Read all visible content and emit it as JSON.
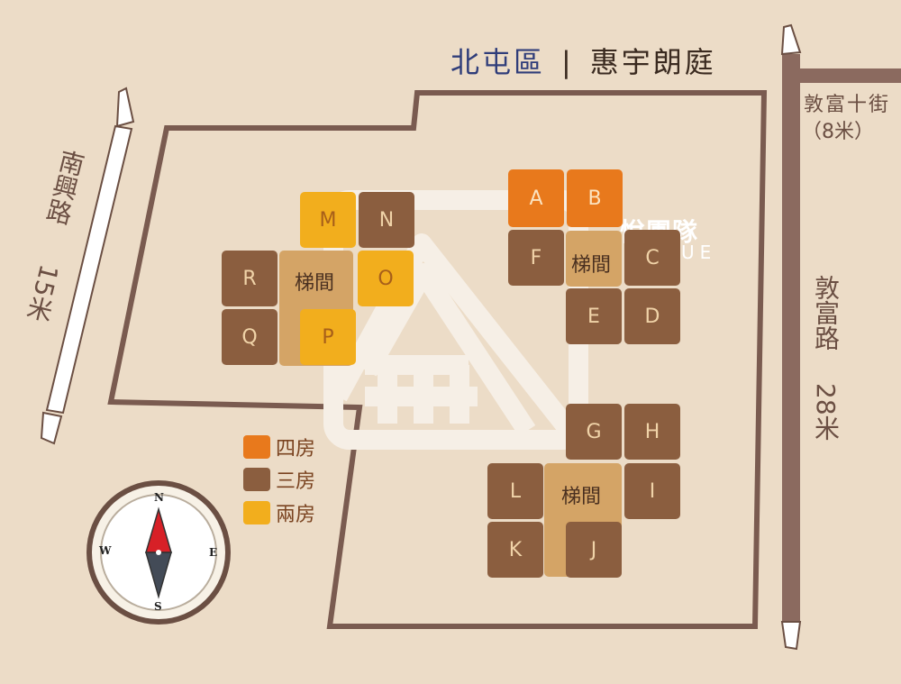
{
  "title": {
    "district": "北屯區",
    "separator": "|",
    "name": "惠宇朗庭"
  },
  "watermark": {
    "text": "悅團隊",
    "sub": "UE"
  },
  "roads": {
    "nanxing": {
      "name": "南興路",
      "width": "15米"
    },
    "dunfu": {
      "name": "敦富路",
      "width": "28米"
    },
    "dunfu10": {
      "name": "敦富十街",
      "width": "（8米）"
    }
  },
  "units": [
    {
      "id": "A",
      "type": "四房"
    },
    {
      "id": "B",
      "type": "四房"
    },
    {
      "id": "F",
      "type": "三房"
    },
    {
      "id": "C",
      "type": "三房"
    },
    {
      "id": "E",
      "type": "三房"
    },
    {
      "id": "D",
      "type": "三房"
    },
    {
      "id": "G",
      "type": "三房"
    },
    {
      "id": "H",
      "type": "三房"
    },
    {
      "id": "L",
      "type": "三房"
    },
    {
      "id": "I",
      "type": "三房"
    },
    {
      "id": "K",
      "type": "三房"
    },
    {
      "id": "J",
      "type": "三房"
    },
    {
      "id": "M",
      "type": "兩房"
    },
    {
      "id": "N",
      "type": "三房"
    },
    {
      "id": "R",
      "type": "三房"
    },
    {
      "id": "O",
      "type": "兩房"
    },
    {
      "id": "Q",
      "type": "三房"
    },
    {
      "id": "P",
      "type": "兩房"
    }
  ],
  "stairs": [
    "梯間",
    "梯間",
    "梯間"
  ],
  "legend": [
    {
      "label": "四房",
      "color": "#e8791c"
    },
    {
      "label": "三房",
      "color": "#8b5e3f"
    },
    {
      "label": "兩房",
      "color": "#f2ae1d"
    }
  ],
  "compass": {
    "n": "N",
    "s": "S",
    "e": "E",
    "w": "W"
  },
  "colors": {
    "background": "#ecdcc7",
    "road": "#8b6a5f",
    "boundary": "#7a5b50"
  }
}
